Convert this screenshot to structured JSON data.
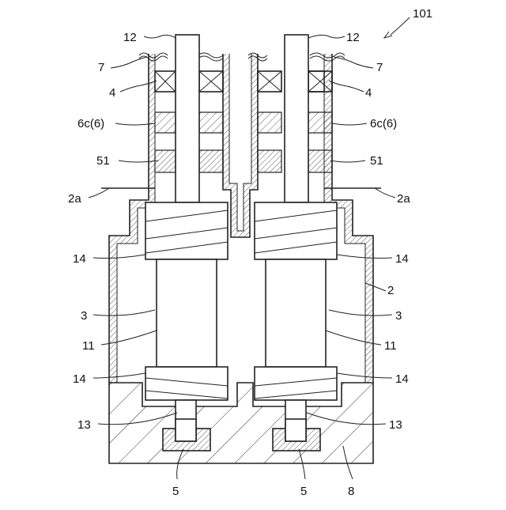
{
  "labels": {
    "ref_101": "101",
    "ref_12": "12",
    "ref_7": "7",
    "ref_4": "4",
    "ref_6c": "6c(6)",
    "ref_51": "51",
    "ref_2a": "2a",
    "ref_14": "14",
    "ref_2": "2",
    "ref_3": "3",
    "ref_11": "11",
    "ref_13": "13",
    "ref_5": "5",
    "ref_8": "8"
  }
}
